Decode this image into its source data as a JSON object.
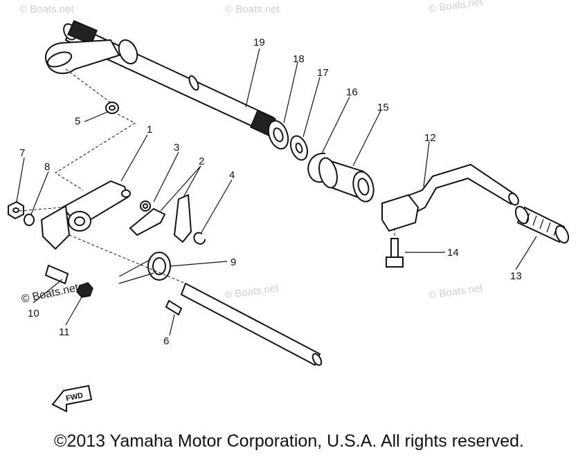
{
  "watermarks": [
    "© Boats.net",
    "© Boats.net",
    "© Boats.net",
    "© Boats.net",
    "© Boats.net",
    "© Boats.net"
  ],
  "fwd_label": "FWD",
  "callouts": [
    "1",
    "2",
    "3",
    "4",
    "5",
    "6",
    "7",
    "8",
    "9",
    "10",
    "11",
    "12",
    "13",
    "14",
    "15",
    "16",
    "17",
    "18",
    "19"
  ],
  "copyright": "©2013 Yamaha Motor Corporation, U.S.A. All rights reserved."
}
